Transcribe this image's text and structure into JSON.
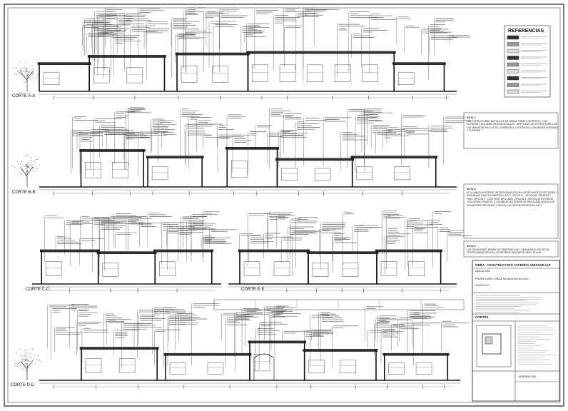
{
  "sheet": {
    "sections": [
      {
        "label": "CORTE A-A"
      },
      {
        "label": "CORTE B-B"
      },
      {
        "label": "CORTE C-C"
      },
      {
        "label": "CORTE E-E"
      },
      {
        "label": "CORTE D-D"
      }
    ],
    "legend": {
      "title": "REFERENCIAS",
      "items": [
        "",
        "",
        "",
        "",
        "",
        "",
        "",
        "",
        ""
      ]
    },
    "notes": [
      {
        "title": "NOTA 1:",
        "text": "LAS ESTRUCTURAS METALICAS SE HARAN FIRME A MORTERO, CON PLATINAS Y BULONES SEGUN DETALLES. VER PLANO DE ESTRUCTURA. LAS COLUMNAS METALICAS SE CUBRIRAN A CONTRAPISO CON BASES ARMADAS Y PLATINAS."
      },
      {
        "title": "NOTA 2:",
        "text": "EL ACABADO INTERIOR SE REALIZARA SEGUN LAS SIGUIENTES OPCIONES Y SEGUN LAS INDICACIONES DE LA D.T. OPCION 1 - REVOQUE GRUESO Y FINO. OPCION 2 - CON YESO APLICADO. OPCION 3 - REVOQUE EXTERIOR CON GRANO GRUESO. EL ACABADO EXTERIOR SE REALIZARA SEGUN LAS SIGUIENTES OPCIONES Y SEGUN LAS INDICACIONES DE LA D.T."
      },
      {
        "title": "NOTA 3:",
        "text": "LAS NOVEDADES SERAN DE OBSERVACION Y SERAN REALIZADAS EN OPORTUNIDAD SEGUN LOS RETIROS INDICADOS EN EL PLANO."
      }
    ],
    "title_block": {
      "obra": "OBRA: CONSTRUCCION VIVIENDA UNIFAMILIAR",
      "ubicacion": "UBICACION:",
      "propietario": "PROPIETARIO: PAULA SILVANA NOVELLINO",
      "domicilio": "DOMICILIO:",
      "sheet_name": "CORTES",
      "approval": "APROBACION"
    }
  }
}
